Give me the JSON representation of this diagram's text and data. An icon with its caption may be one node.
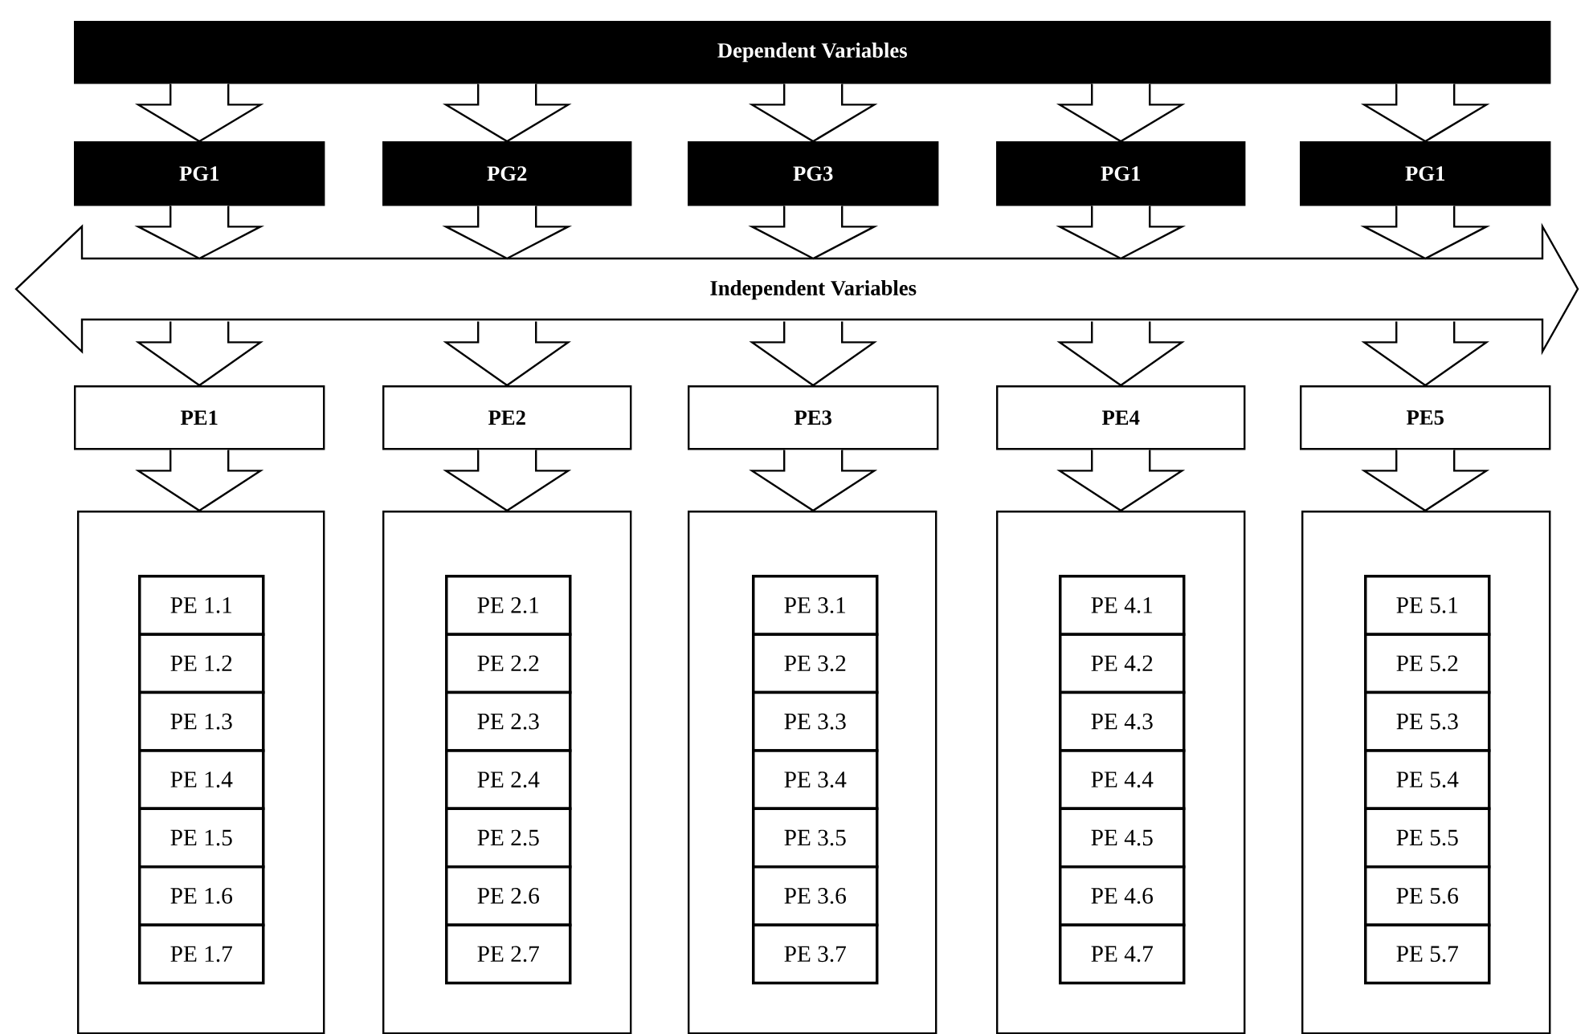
{
  "diagram": {
    "nodes": [
      {
        "text": [
          "Dependent Variables"
        ]
      },
      {
        "text": [
          "PG1"
        ]
      },
      {
        "text": [
          "PG2"
        ]
      },
      {
        "text": [
          "PG3"
        ]
      },
      {
        "text": [
          "PG1"
        ]
      },
      {
        "text": [
          "PG1"
        ]
      },
      {
        "text": [
          "Independent Variables"
        ]
      },
      {
        "text": [
          "PE1"
        ]
      },
      {
        "text": [
          "PE2"
        ]
      },
      {
        "text": [
          "PE3"
        ]
      },
      {
        "text": [
          "PE4"
        ]
      },
      {
        "text": [
          "PE5"
        ]
      },
      {
        "text": [],
        "shape": "box"
      },
      {
        "text": [
          "PE 1.1"
        ],
        "in": 12
      },
      {
        "text": [
          "PE 1.2"
        ],
        "in": 12
      },
      {
        "text": [
          "PE 1.3"
        ],
        "in": 12
      },
      {
        "text": [
          "PE 1.4"
        ],
        "in": 12
      },
      {
        "text": [
          "PE 1.5"
        ],
        "in": 12
      },
      {
        "text": [
          "PE 1.6"
        ],
        "in": 12
      },
      {
        "text": [
          "PE 1.7"
        ],
        "in": 12
      },
      {
        "text": [],
        "shape": "box"
      },
      {
        "text": [
          "PE 2.1"
        ],
        "in": 20
      },
      {
        "text": [
          "PE 2.2"
        ],
        "in": 20
      },
      {
        "text": [
          "PE 2.3"
        ],
        "in": 20
      },
      {
        "text": [
          "PE 2.4"
        ],
        "in": 20
      },
      {
        "text": [
          "PE 2.5"
        ],
        "in": 20
      },
      {
        "text": [
          "PE 2.6"
        ],
        "in": 20
      },
      {
        "text": [
          "PE 2.7"
        ],
        "in": 20
      },
      {
        "text": [],
        "shape": "box"
      },
      {
        "text": [
          "PE 3.1"
        ],
        "in": 28
      },
      {
        "text": [
          "PE 3.2"
        ],
        "in": 28
      },
      {
        "text": [
          "PE 3.3"
        ],
        "in": 28
      },
      {
        "text": [
          "PE 3.4"
        ],
        "in": 28
      },
      {
        "text": [
          "PE 3.5"
        ],
        "in": 28
      },
      {
        "text": [
          "PE 3.6"
        ],
        "in": 28
      },
      {
        "text": [
          "PE 3.7"
        ],
        "in": 28
      },
      {
        "text": [],
        "shape": "box"
      },
      {
        "text": [
          "PE 4.1"
        ],
        "in": 36
      },
      {
        "text": [
          "PE 4.2"
        ],
        "in": 36
      },
      {
        "text": [
          "PE 4.3"
        ],
        "in": 36
      },
      {
        "text": [
          "PE 4.4"
        ],
        "in": 36
      },
      {
        "text": [
          "PE 4.5"
        ],
        "in": 36
      },
      {
        "text": [
          "PE 4.6"
        ],
        "in": 36
      },
      {
        "text": [
          "PE 4.7"
        ],
        "in": 36
      },
      {
        "text": [],
        "shape": "box"
      },
      {
        "text": [
          "PE 5.1"
        ],
        "in": 44
      },
      {
        "text": [
          "PE 5.2"
        ],
        "in": 44
      },
      {
        "text": [
          "PE 5.3"
        ],
        "in": 44
      },
      {
        "text": [
          "PE 5.4"
        ],
        "in": 44
      },
      {
        "text": [
          "PE 5.5"
        ],
        "in": 44
      },
      {
        "text": [
          "PE 5.6"
        ],
        "in": 44
      },
      {
        "text": [
          "PE 5.7"
        ],
        "in": 44
      }
    ],
    "edges": [
      {
        "from": 0,
        "to": 1,
        "arrow": "to"
      },
      {
        "from": 0,
        "to": 2,
        "arrow": "to"
      },
      {
        "from": 0,
        "to": 3,
        "arrow": "to"
      },
      {
        "from": 0,
        "to": 4,
        "arrow": "to"
      },
      {
        "from": 0,
        "to": 5,
        "arrow": "to"
      },
      {
        "from": 1,
        "to": 6,
        "arrow": "to"
      },
      {
        "from": 2,
        "to": 6,
        "arrow": "to"
      },
      {
        "from": 3,
        "to": 6,
        "arrow": "to"
      },
      {
        "from": 4,
        "to": 6,
        "arrow": "to"
      },
      {
        "from": 5,
        "to": 6,
        "arrow": "to"
      },
      {
        "from": 6,
        "to": 7,
        "arrow": "to"
      },
      {
        "from": 6,
        "to": 8,
        "arrow": "to"
      },
      {
        "from": 6,
        "to": 9,
        "arrow": "to"
      },
      {
        "from": 6,
        "to": 10,
        "arrow": "to"
      },
      {
        "from": 6,
        "to": 11,
        "arrow": "to"
      },
      {
        "from": 7,
        "to": 12,
        "arrow": "to"
      },
      {
        "from": 8,
        "to": 20,
        "arrow": "to"
      },
      {
        "from": 9,
        "to": 28,
        "arrow": "to"
      },
      {
        "from": 10,
        "to": 36,
        "arrow": "to"
      },
      {
        "from": 11,
        "to": 44,
        "arrow": "to"
      }
    ]
  }
}
